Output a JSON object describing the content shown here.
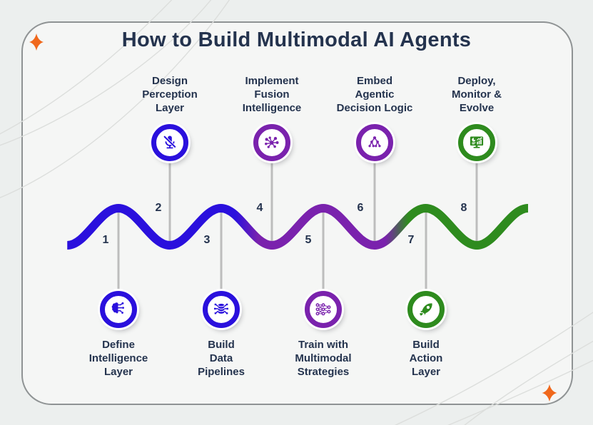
{
  "header": {
    "title": "How to Build Multimodal AI Agents"
  },
  "colors": {
    "page_background": "#ecefee",
    "card_background": "#f5f6f5",
    "card_border": "#8f9394",
    "text": "#24334e",
    "connector_line": "#bdbdbd",
    "wave_blue": "#2a10dd",
    "wave_purple": "#7a22ad",
    "wave_green": "#2e8b1e",
    "sparkle_orange": "#f0681c"
  },
  "steps": [
    {
      "number": "1",
      "label": "Define\nIntelligence\nLayer",
      "icon": "brain-circuit-icon",
      "color": "blue",
      "position": "bottom"
    },
    {
      "number": "2",
      "label": "Design\nPerception\nLayer",
      "icon": "mic-slash-icon",
      "color": "blue",
      "position": "top"
    },
    {
      "number": "3",
      "label": "Build\nData\nPipelines",
      "icon": "database-network-icon",
      "color": "blue",
      "position": "bottom"
    },
    {
      "number": "4",
      "label": "Implement\nFusion\nIntelligence",
      "icon": "hub-network-icon",
      "color": "purple",
      "position": "top"
    },
    {
      "number": "5",
      "label": "Train with\nMultimodal\nStrategies",
      "icon": "neural-network-icon",
      "color": "purple",
      "position": "bottom"
    },
    {
      "number": "6",
      "label": "Embed\nAgentic\nDecision Logic",
      "icon": "decision-tree-icon",
      "color": "purple",
      "position": "top"
    },
    {
      "number": "7",
      "label": "Build\nAction\nLayer",
      "icon": "rocket-icon",
      "color": "green",
      "position": "bottom"
    },
    {
      "number": "8",
      "label": "Deploy,\nMonitor &\nEvolve",
      "icon": "monitor-analytics-icon",
      "color": "green",
      "position": "top"
    }
  ]
}
